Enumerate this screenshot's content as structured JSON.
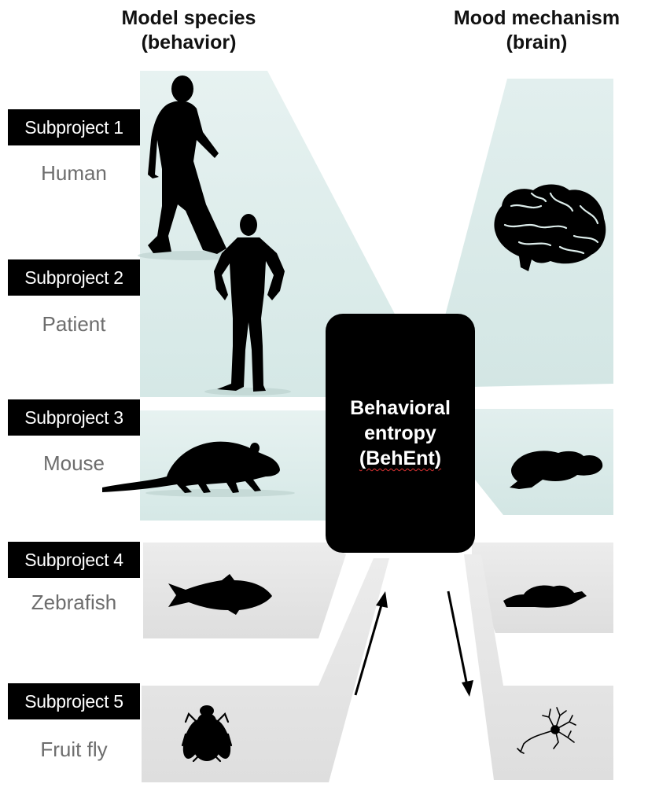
{
  "columns": {
    "left": {
      "line1": "Model species",
      "line2": "(behavior)"
    },
    "right": {
      "line1": "Mood mechanism",
      "line2": "(brain)"
    }
  },
  "subprojects": [
    {
      "label": "Subproject 1",
      "species": "Human",
      "icon": "walking-person-icon",
      "brain_icon": "brain-icon"
    },
    {
      "label": "Subproject 2",
      "species": "Patient",
      "icon": "standing-person-icon",
      "brain_icon": ""
    },
    {
      "label": "Subproject 3",
      "species": "Mouse",
      "icon": "mouse-icon",
      "brain_icon": "mouse-brain-icon"
    },
    {
      "label": "Subproject 4",
      "species": "Zebrafish",
      "icon": "fish-icon",
      "brain_icon": "fish-brain-icon"
    },
    {
      "label": "Subproject 5",
      "species": "Fruit fly",
      "icon": "fly-icon",
      "brain_icon": "neuron-icon"
    }
  ],
  "center": {
    "line1": "Behavioral",
    "line2": "entropy",
    "line3": "(BehEnt)"
  },
  "colors": {
    "mint_panel": "#dcecea",
    "gray_panel": "#e4e4e4",
    "box": "#000000",
    "species_text": "#6d6d6d"
  }
}
